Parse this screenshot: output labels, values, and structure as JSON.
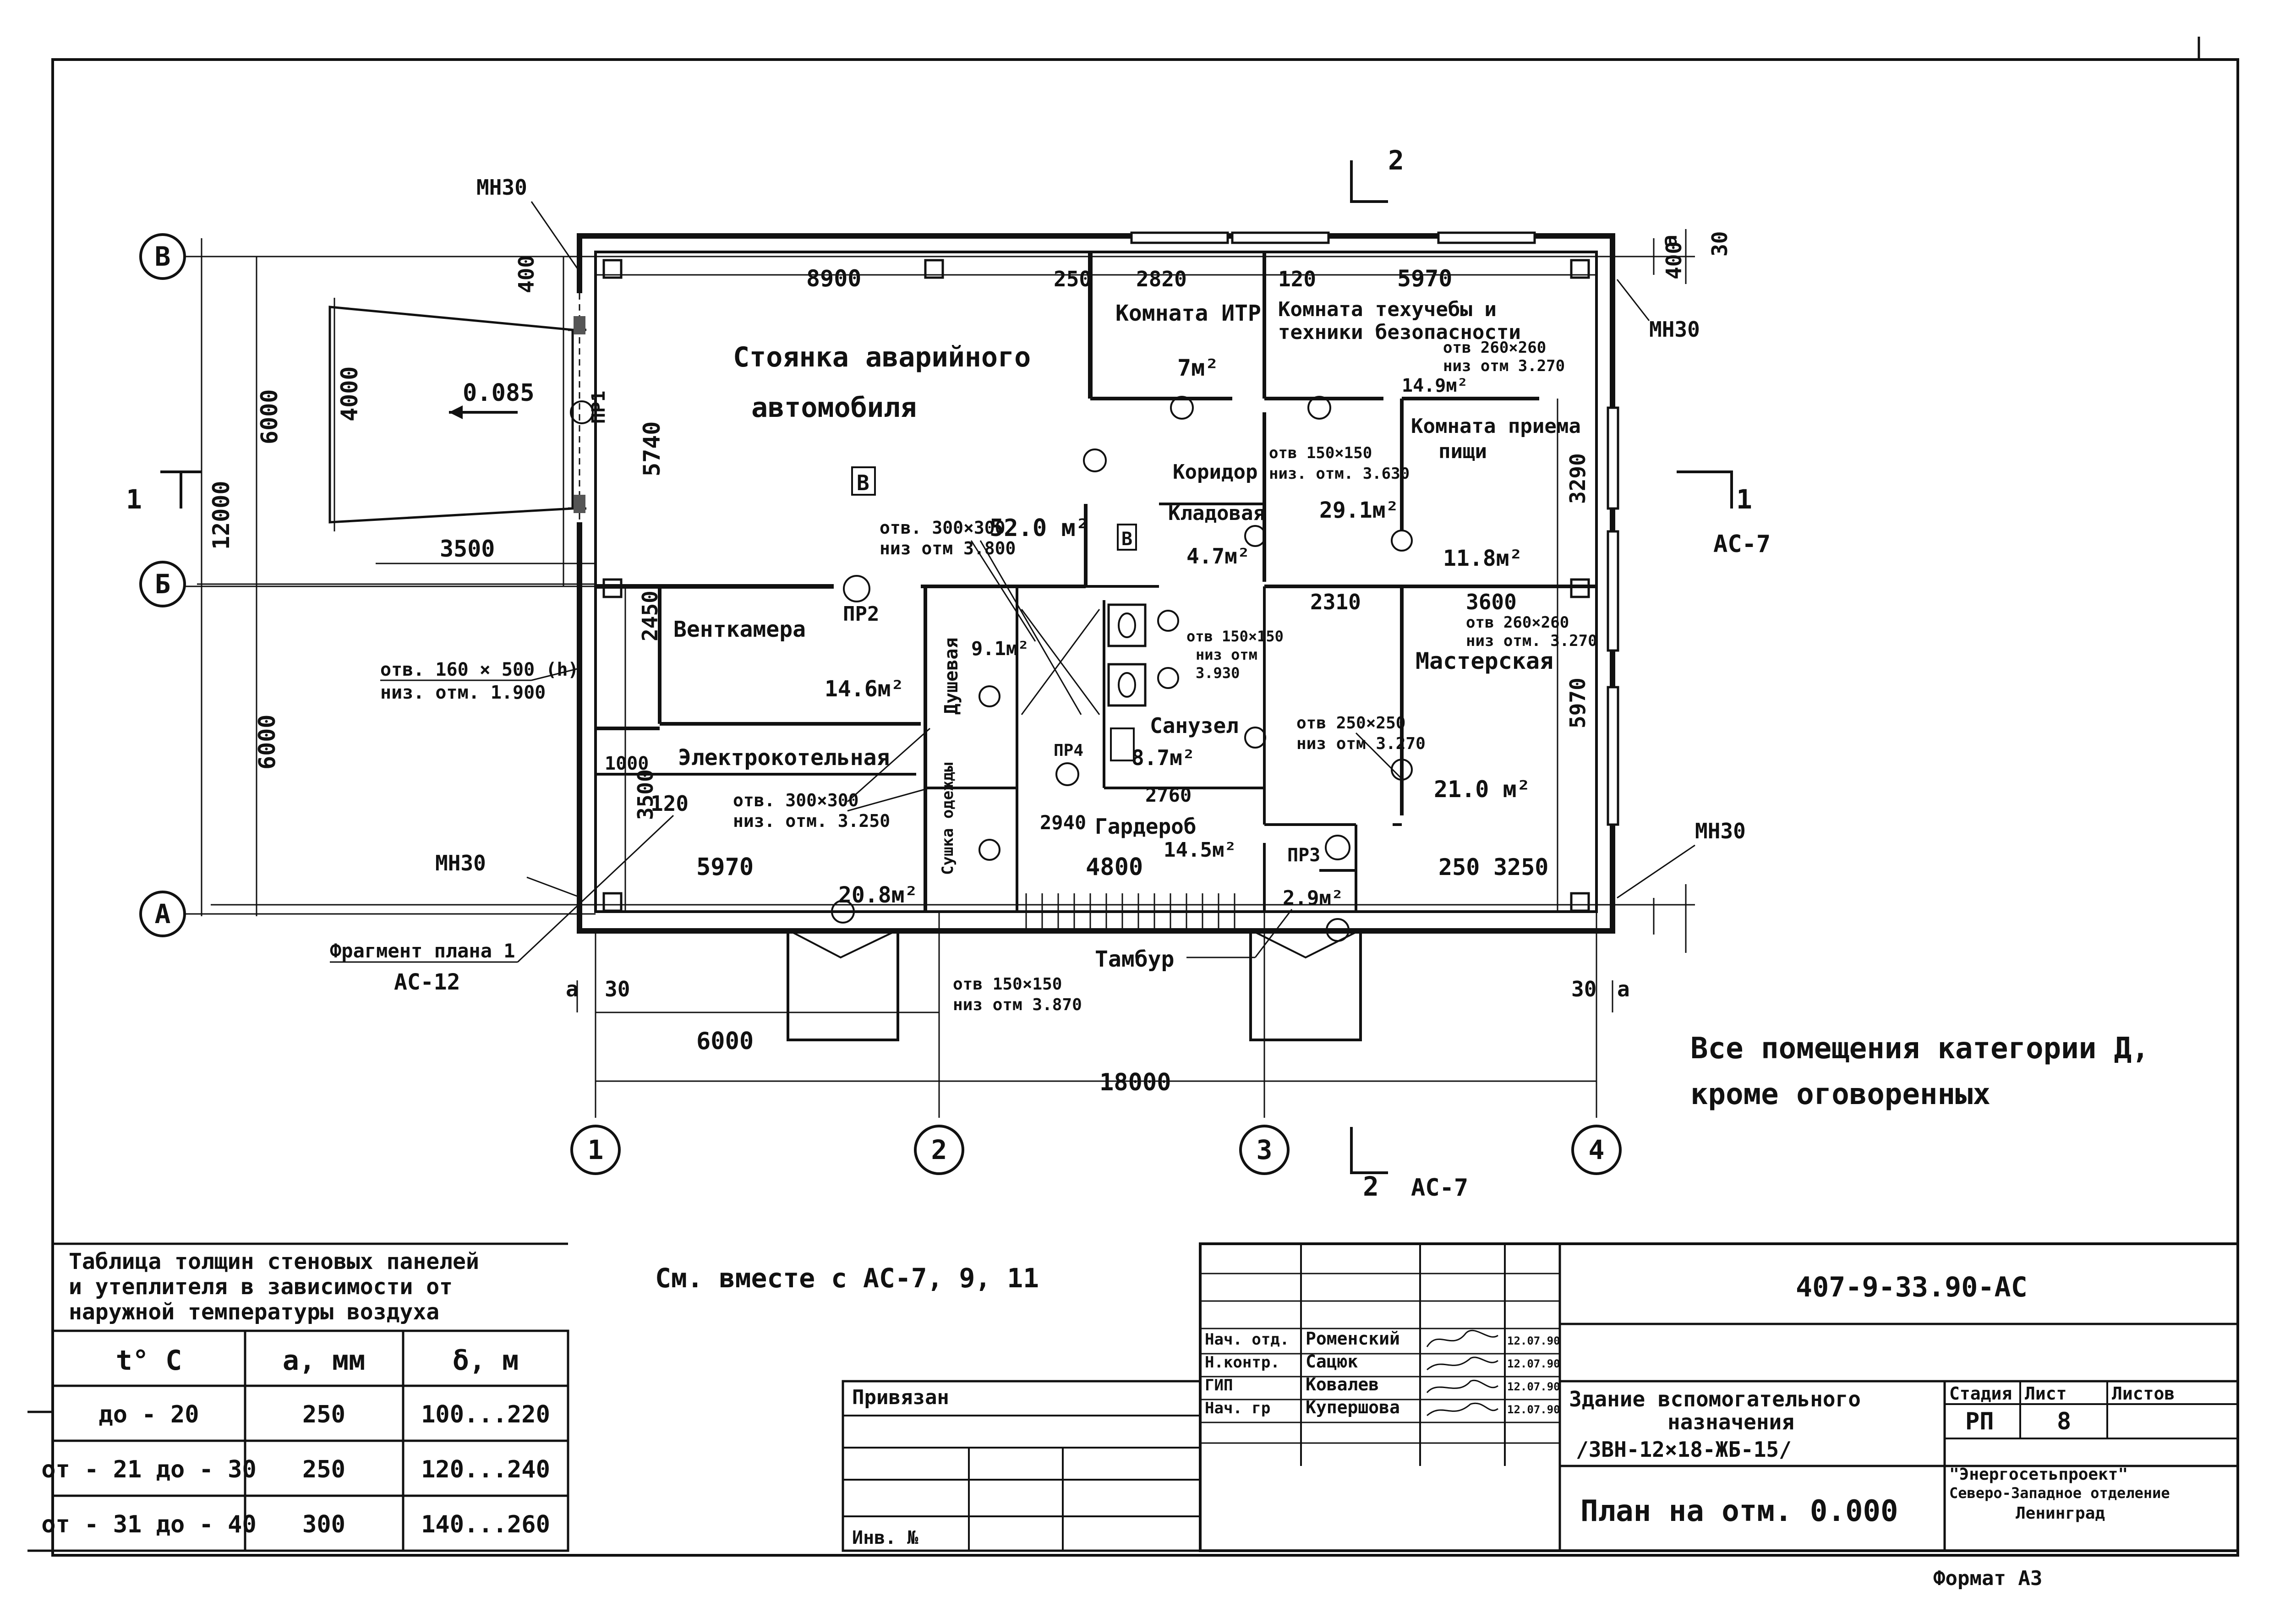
{
  "drawing": {
    "section_top": "2",
    "section_right": "1",
    "section_right_ref": "АС-7",
    "section_left": "1",
    "section_bottom": "2",
    "section_bottom_ref": "АС-7",
    "axes_rows": [
      "В",
      "Б",
      "А"
    ],
    "axes_cols": [
      "1",
      "2",
      "3",
      "4"
    ],
    "mark_mn30": "МН30",
    "level_085": "0.085",
    "pr1": "ПР1",
    "dim_8900": "8900",
    "dim_250": "250",
    "dim_2820": "2820",
    "dim_120": "120",
    "dim_5970_top": "5970",
    "dim_400": "400",
    "dim_a": "а",
    "dim_30": "30",
    "dim_6000": "6000",
    "dim_12000": "12000",
    "dim_4000": "4000",
    "dim_5740": "5740",
    "dim_3500_h": "3500",
    "dim_2450": "2450",
    "dim_3500_v": "3500",
    "dim_1000": "1000",
    "dim_5970_bottom": "5970",
    "dim_4800": "4800",
    "dim_3250": "3250",
    "dim_6000_bottom": "6000",
    "dim_18000": "18000",
    "dim_3290": "3290",
    "dim_5970_right": "5970",
    "dim_2310": "2310",
    "dim_3600": "3600",
    "dim_2760": "2760",
    "dim_2940": "2940",
    "room_parking_1": "Стоянка аварийного",
    "room_parking_2": "автомобиля",
    "room_parking_cat": "В",
    "room_parking_area": "52.0 м²",
    "room_itr": "Комната ИТР",
    "room_itr_area": "7м²",
    "room_tech_1": "Комната техучебы и",
    "room_tech_2": "техники безопасности",
    "room_tech_area": "14.9м²",
    "room_corridor": "Коридор",
    "room_corridor_area": "29.1м²",
    "room_pantry": "Кладовая",
    "room_pantry_cat": "В",
    "room_pantry_area": "4.7м²",
    "room_dining_1": "Комната приема",
    "room_dining_2": "пищи",
    "room_dining_area": "11.8м²",
    "room_vent": "Венткамера",
    "room_vent_area": "14.6м²",
    "room_shower": "Душевая",
    "room_shower_area": "9.1м²",
    "room_wc": "Санузел",
    "room_wc_area": "8.7м²",
    "room_workshop": "Мастерская",
    "room_workshop_area": "21.0 м²",
    "room_boiler": "Электрокотельная",
    "room_boiler_area": "20.8м²",
    "room_wardrobe": "Гардероб",
    "room_wardrobe_area": "14.5м²",
    "room_vest_area": "2.9м²",
    "room_vest": "Тамбур",
    "room_dryer": "Сушка одежды",
    "hole_160x500": "отв. 160 × 500 (h)",
    "hole_160_level": "низ. отм. 1.900",
    "hole_300x300_a": "отв. 300×300",
    "hole_300_a_level": "низ отм 3.800",
    "hole_300x300_b": "отв. 300×300",
    "hole_300_b_level": "низ. отм. 3.250",
    "hole_260_a": "отв 260×260",
    "hole_260_a_level": "низ отм 3.270",
    "hole_150_a": "отв 150×150",
    "hole_150_a_level": "низ. отм. 3.630",
    "hole_260_b": "отв 260×260",
    "hole_260_b_level": "низ отм. 3.270",
    "hole_150_b": "отв 150×150",
    "hole_150_b_level": "низ отм",
    "hole_150_b_level2": "3.930",
    "hole_250": "отв 250×250",
    "hole_250_level": "низ отм 3.270",
    "hole_150_c": "отв 150×150",
    "hole_150_c_level": "низ отм 3.870",
    "pr2": "ПР2",
    "pr3": "ПР3",
    "pr4": "ПР4",
    "fragment_ref_1": "Фрагмент плана 1",
    "fragment_ref_2": "АС-12",
    "note_category_1": "Все помещения категории Д,",
    "note_category_2": "кроме оговоренных",
    "see_also": "См. вместе с АС-7, 9, 11"
  },
  "thickness_table": {
    "title_1": "Таблица толщин стеновых панелей",
    "title_2": "и утеплителя в зависимости от",
    "title_3": "наружной температуры воздуха",
    "headers": [
      "t° С",
      "а, мм",
      "δ, м"
    ],
    "rows": [
      [
        "до - 20",
        "250",
        "100...220"
      ],
      [
        "от - 21 до - 30",
        "250",
        "120...240"
      ],
      [
        "от - 31 до - 40",
        "300",
        "140...260"
      ]
    ]
  },
  "title_block": {
    "code": "407-9-33.90-АС",
    "linked": "Привязан",
    "inv": "Инв. №",
    "roles": [
      "Нач. отд.",
      "Н.контр.",
      "ГИП",
      "Нач. гр"
    ],
    "names": [
      "Роменский",
      "Сацюк",
      "Ковалев",
      "Купершова"
    ],
    "dates": [
      "12.07.90",
      "12.07.90",
      "12.07.90",
      "12.07.90"
    ],
    "building_1": "Здание вспомогательного",
    "building_2": "назначения",
    "building_3": "/ЗВН-12×18-ЖБ-15/",
    "stage_label": "Стадия",
    "sheet_label": "Лист",
    "sheets_label": "Листов",
    "stage": "РП",
    "sheet": "8",
    "sheet_title": "План на отм. 0.000",
    "org_1": "\"Энергосетьпроект\"",
    "org_2": "Северо-Западное отделение",
    "org_3": "Ленинград",
    "format": "Формат А3"
  }
}
